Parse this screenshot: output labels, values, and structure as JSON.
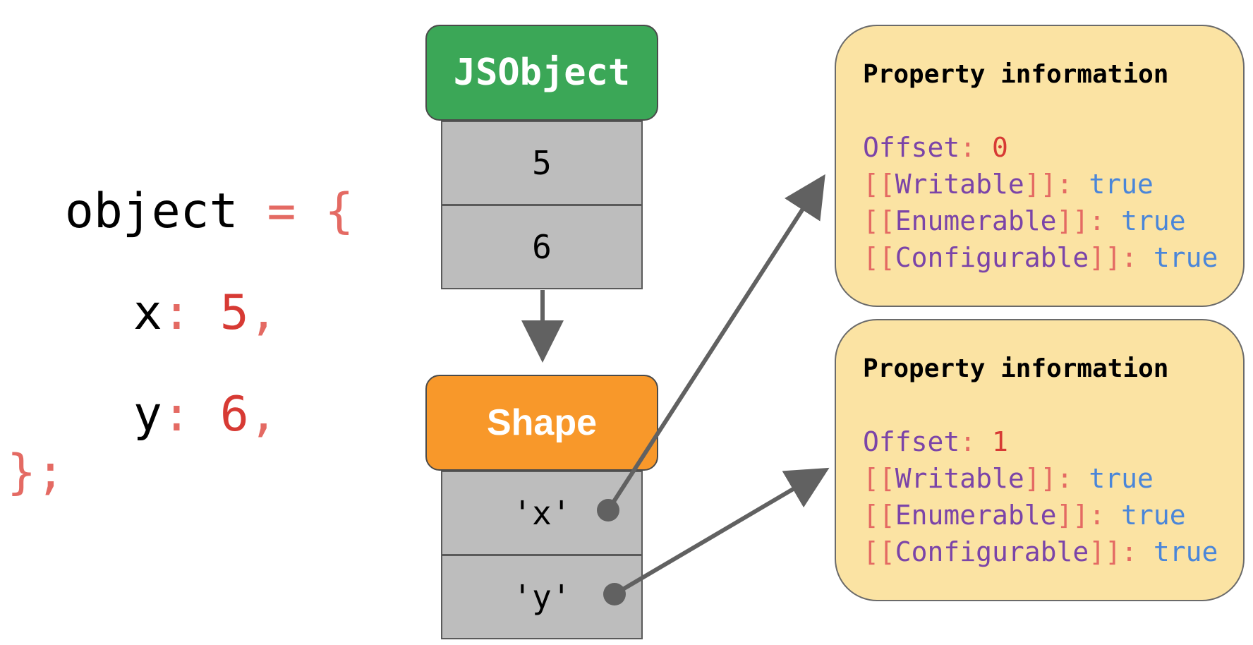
{
  "code": {
    "line1": {
      "name": "object",
      "op": " = {"
    },
    "line2": {
      "key": "x",
      "sep": ": ",
      "value": "5",
      "comma": ","
    },
    "line3": {
      "key": "y",
      "sep": ": ",
      "value": "6",
      "comma": ","
    },
    "line4": {
      "close": "};"
    }
  },
  "jsobject": {
    "title": "JSObject",
    "slots": [
      "5",
      "6"
    ]
  },
  "shape": {
    "title": "Shape",
    "slots": [
      "'x'",
      "'y'"
    ]
  },
  "properties": [
    {
      "title": "Property information",
      "offset_label": "Offset",
      "offset_value": "0",
      "attrs": [
        {
          "name": "Writable",
          "value": "true"
        },
        {
          "name": "Enumerable",
          "value": "true"
        },
        {
          "name": "Configurable",
          "value": "true"
        }
      ]
    },
    {
      "title": "Property information",
      "offset_label": "Offset",
      "offset_value": "1",
      "attrs": [
        {
          "name": "Writable",
          "value": "true"
        },
        {
          "name": "Enumerable",
          "value": "true"
        },
        {
          "name": "Configurable",
          "value": "true"
        }
      ]
    }
  ],
  "punct": {
    "open": "[[",
    "close": "]]",
    "colon": ": "
  },
  "colors": {
    "jsobject_header": "#3ba757",
    "shape_header": "#f8982a",
    "slot": "#bdbdbd",
    "property_box": "#fbe3a3",
    "arrow": "#616161"
  }
}
